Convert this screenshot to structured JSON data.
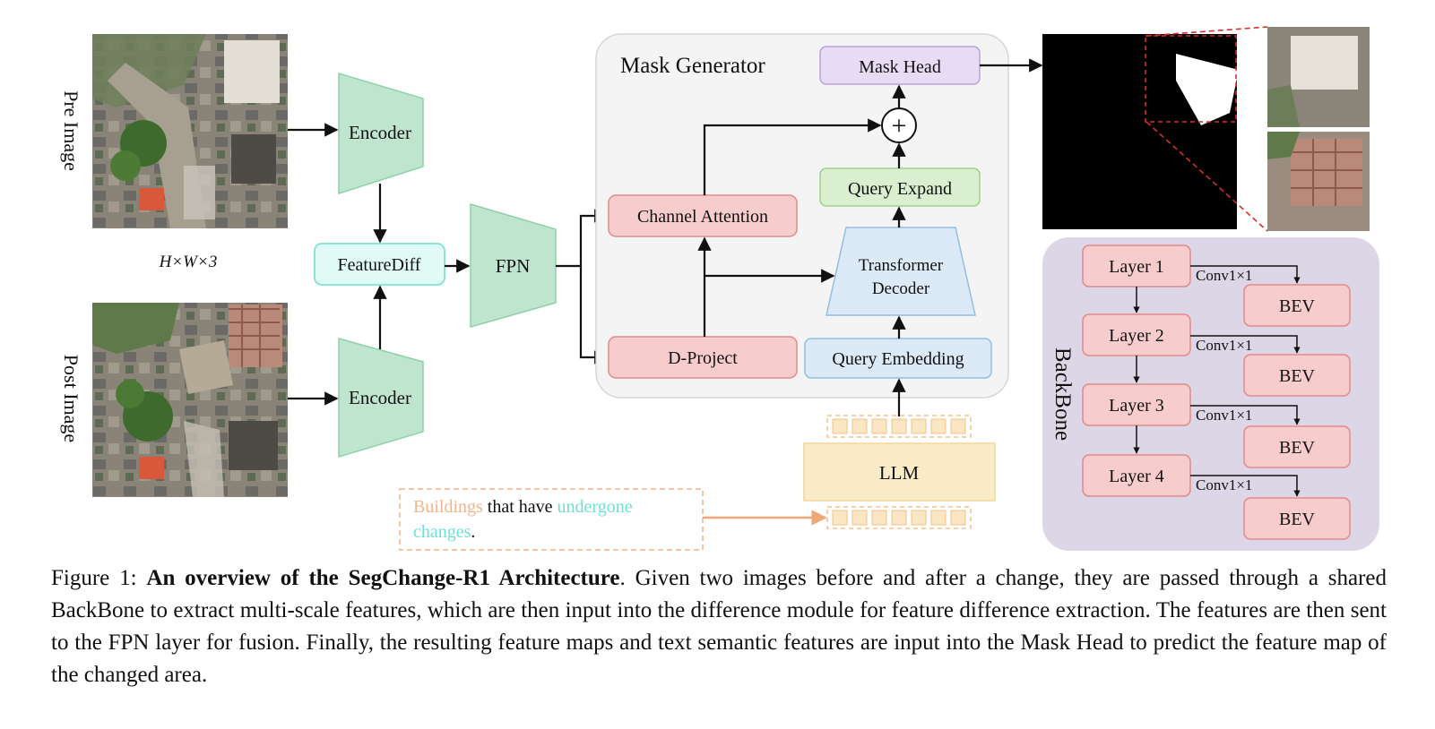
{
  "inputs": {
    "pre_label": "Pre Image",
    "post_label": "Post Image",
    "size_label": "H×W×3"
  },
  "modules": {
    "encoder_top": "Encoder",
    "encoder_bottom": "Encoder",
    "feature_diff": "FeatureDiff",
    "fpn": "FPN"
  },
  "mask_generator": {
    "title": "Mask Generator",
    "mask_head": "Mask Head",
    "channel_attention": "Channel Attention",
    "query_expand": "Query Expand",
    "transformer_decoder_line1": "Transformer",
    "transformer_decoder_line2": "Decoder",
    "d_project": "D-Project",
    "query_embedding": "Query Embedding",
    "plus_symbol": "+"
  },
  "llm": {
    "label": "LLM",
    "prompt_part1": "Buildings",
    "prompt_part2": " that have ",
    "prompt_part3": "undergone",
    "prompt_part4": "changes",
    "prompt_part5": "."
  },
  "backbone": {
    "title": "BackBone",
    "layers": [
      "Layer 1",
      "Layer 2",
      "Layer 3",
      "Layer 4"
    ],
    "conv_labels": [
      "Conv1×1",
      "Conv1×1",
      "Conv1×1",
      "Conv1×1"
    ],
    "bev_labels": [
      "BEV",
      "BEV",
      "BEV",
      "BEV"
    ]
  },
  "caption": {
    "prefix": "Figure 1: ",
    "title": "An overview of the SegChange-R1 Architecture",
    "body": ". Given two images before and after a change, they are passed through a shared BackBone to extract multi-scale features, which are then input into the difference module for feature difference extraction. The features are then sent to the FPN layer for fusion. Finally, the resulting feature maps and text semantic features are input into the Mask Head to predict the feature map of the changed area."
  },
  "colors": {
    "encoder_fill": "#bfe5cf",
    "feature_diff_fill": "#e0fbf6",
    "red_block_fill": "#f6cccc",
    "green_block_fill": "#d9efcf",
    "blue_block_fill": "#dce9f6",
    "purple_block_fill": "#e7dcf4",
    "llm_fill": "#fbecc8",
    "backbone_panel": "#dcd6e6",
    "orange_text": "#f3b48b",
    "teal_text": "#6fe0d5"
  }
}
